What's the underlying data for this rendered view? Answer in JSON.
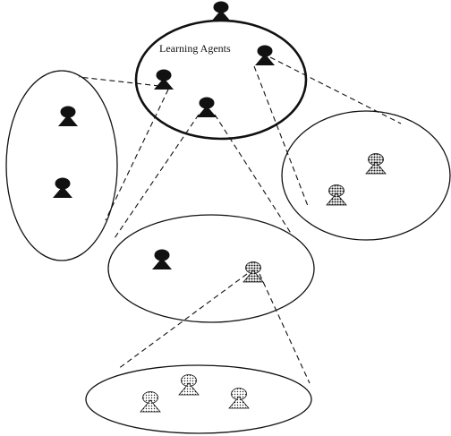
{
  "main_group": {
    "label": "Learning Agents"
  },
  "groups": [
    {
      "id": "main",
      "agent_count": 4,
      "agent_shading": "black"
    },
    {
      "id": "left",
      "agent_count": 2,
      "agent_shading": "black"
    },
    {
      "id": "right",
      "agent_count": 2,
      "agent_shading": "dotted-dark"
    },
    {
      "id": "middle",
      "agent_count": 2,
      "agent_shading": "mixed"
    },
    {
      "id": "bottom",
      "agent_count": 3,
      "agent_shading": "dotted-light"
    }
  ],
  "connections": [
    {
      "from": "main",
      "to": "left"
    },
    {
      "from": "main",
      "to": "right"
    },
    {
      "from": "main",
      "to": "middle"
    },
    {
      "from": "middle",
      "to": "bottom"
    }
  ],
  "colors": {
    "stroke": "#111111",
    "agent_black": "#111111",
    "agent_dotted_dark": "#555555",
    "agent_dotted_light": "#c4c4c4",
    "background": "#ffffff"
  }
}
